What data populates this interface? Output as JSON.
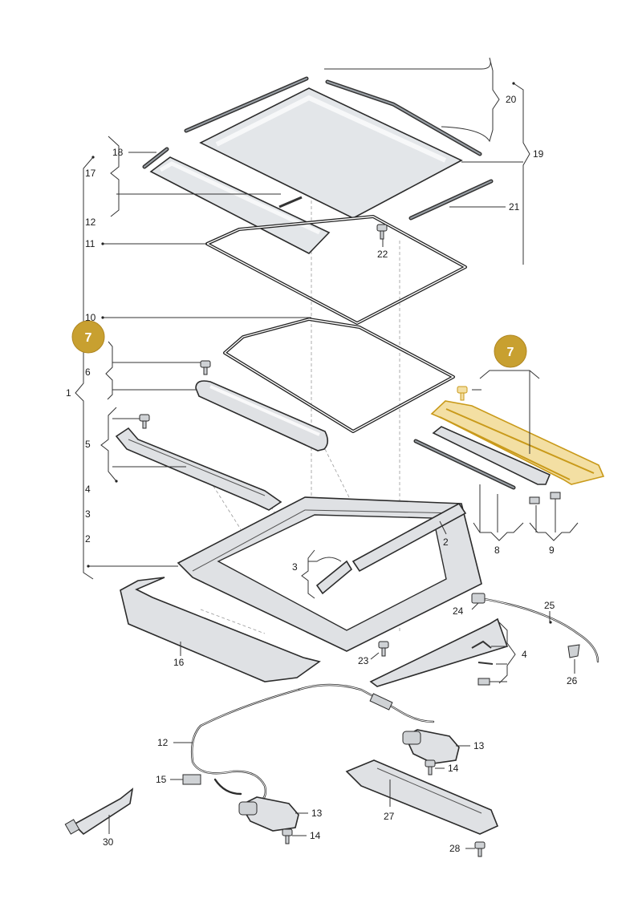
{
  "badges": [
    "7",
    "7"
  ],
  "labels": {
    "l20": "20",
    "l19": "19",
    "l21": "21",
    "l18": "18",
    "l17": "17",
    "l12a": "12",
    "l11": "11",
    "l22": "22",
    "l10": "10",
    "l6": "6",
    "l1": "1",
    "l5": "5",
    "l4a": "4",
    "l3a": "3",
    "l2a": "2",
    "l2b": "2",
    "l3b": "3",
    "l8": "8",
    "l9": "9",
    "l25": "25",
    "l24": "24",
    "l4b": "4",
    "l26": "26",
    "l16": "16",
    "l23": "23",
    "l12b": "12",
    "l13a": "13",
    "l14a": "14",
    "l15": "15",
    "l13b": "13",
    "l14b": "14",
    "l27": "27",
    "l28": "28",
    "l30": "30"
  },
  "colors": {
    "badge": "#c8a030",
    "highlight_fill": "#f3dfa3",
    "highlight_stroke": "#c99a1a"
  }
}
